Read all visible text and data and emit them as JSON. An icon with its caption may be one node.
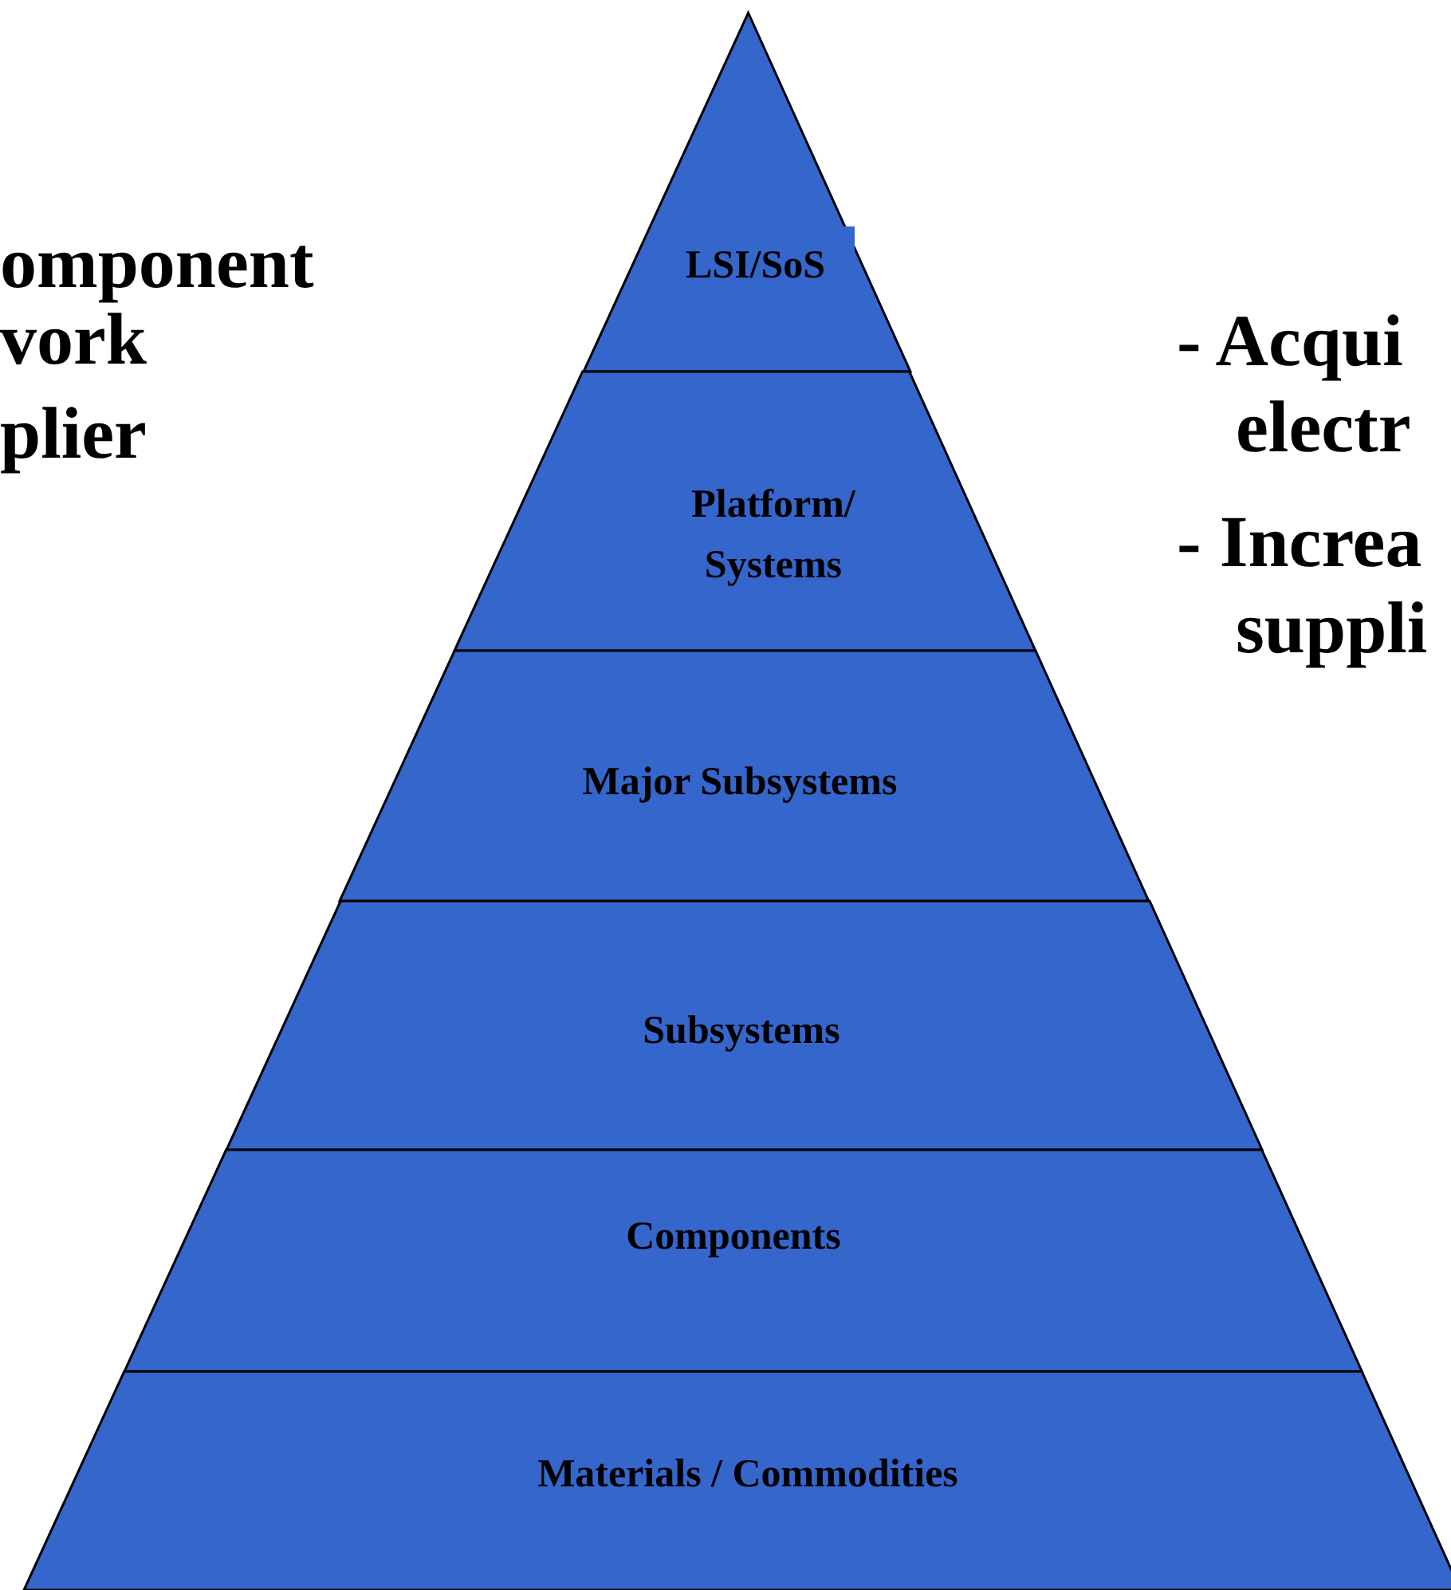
{
  "diagram": {
    "nodes": [
      {
        "text": [
          "LSI/SoS"
        ]
      },
      {
        "text": [
          "Platform/ Systems"
        ]
      },
      {
        "text": [
          "Major Subsystems"
        ]
      },
      {
        "text": [
          "Subsystems"
        ]
      },
      {
        "text": [
          "Components"
        ]
      },
      {
        "text": [
          "Materials / Commodities"
        ]
      }
    ],
    "labels": [
      "omponent",
      "vork",
      "plier",
      "- Acqui",
      "electr",
      "- Increa",
      "suppli"
    ]
  }
}
